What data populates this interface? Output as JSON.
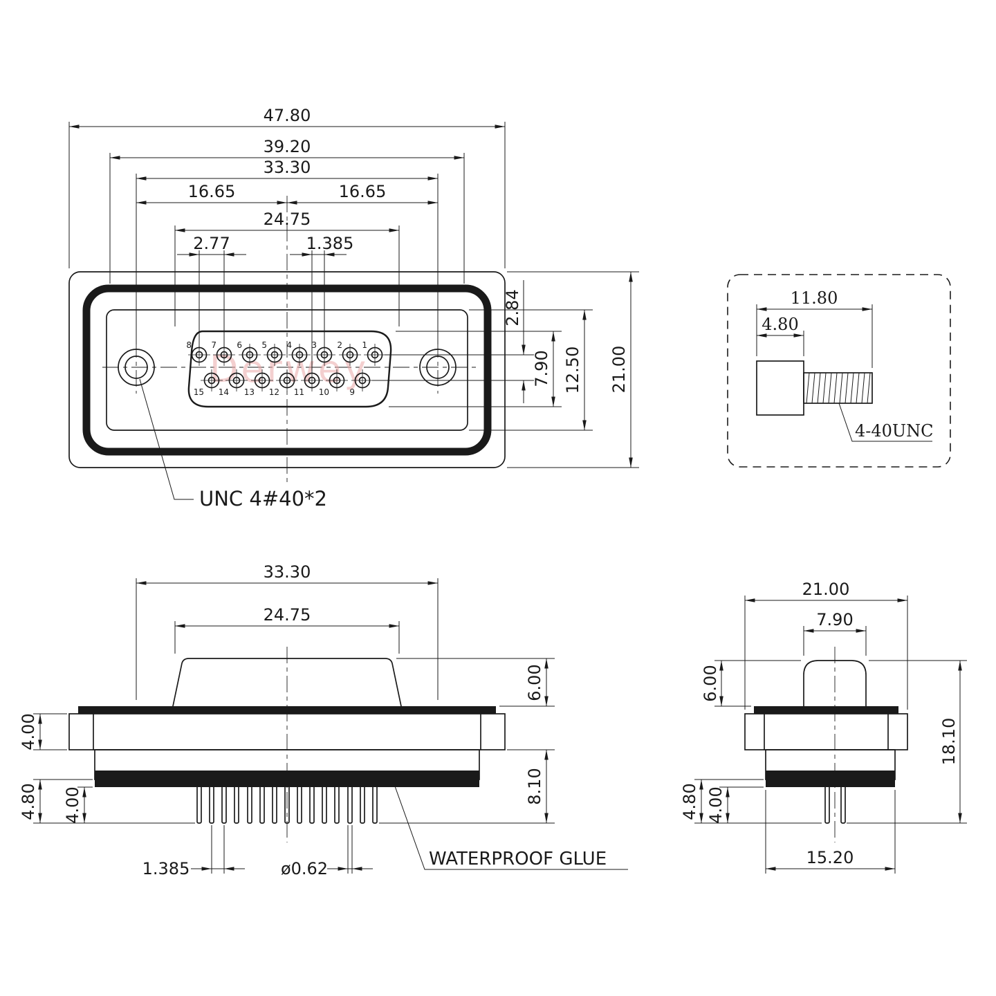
{
  "drawing": {
    "watermark": "Derwey",
    "front_view": {
      "dim_47_80": "47.80",
      "dim_39_20": "39.20",
      "dim_33_30": "33.30",
      "dim_16_65_left": "16.65",
      "dim_16_65_right": "16.65",
      "dim_24_75": "24.75",
      "dim_2_77": "2.77",
      "dim_1_385": "1.385",
      "dim_2_84": "2.84",
      "dim_7_90": "7.90",
      "dim_12_50": "12.50",
      "dim_21_00": "21.00",
      "thread_label": "UNC 4#40*2",
      "pins_top": [
        "8",
        "7",
        "6",
        "5",
        "4",
        "3",
        "2",
        "1"
      ],
      "pins_bottom": [
        "15",
        "14",
        "13",
        "12",
        "11",
        "10",
        "9"
      ]
    },
    "screw_detail": {
      "dim_11_80": "11.80",
      "dim_4_80": "4.80",
      "thread_label": "4-40UNC"
    },
    "side_view": {
      "dim_33_30": "33.30",
      "dim_24_75": "24.75",
      "dim_6_00": "6.00",
      "dim_4_00_flange": "4.00",
      "dim_8_10": "8.10",
      "dim_4_80": "4.80",
      "dim_4_00_pin": "4.00",
      "dim_1_385": "1.385",
      "dim_0_62": "ø0.62",
      "glue_label": "WATERPROOF GLUE"
    },
    "end_view": {
      "dim_21_00": "21.00",
      "dim_7_90": "7.90",
      "dim_6_00": "6.00",
      "dim_18_10": "18.10",
      "dim_4_80": "4.80",
      "dim_4_00": "4.00",
      "dim_15_20": "15.20"
    }
  }
}
